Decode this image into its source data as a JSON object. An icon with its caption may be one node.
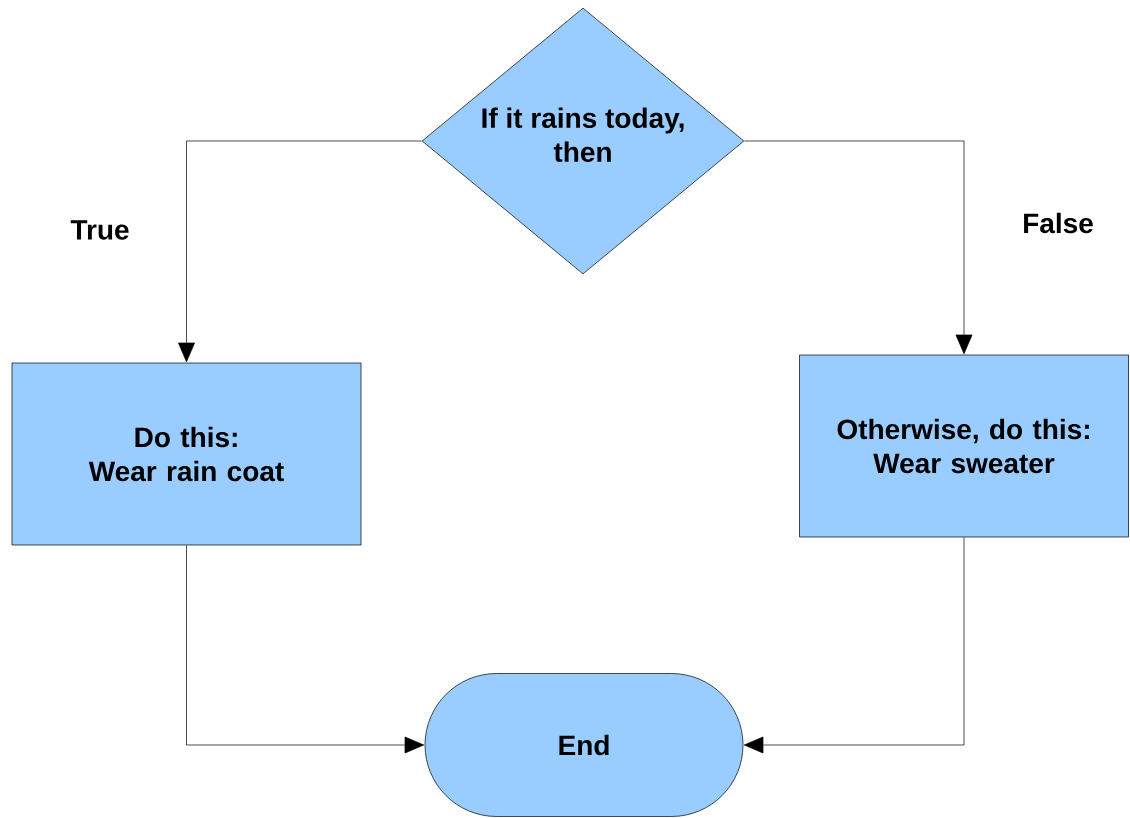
{
  "diagram": {
    "nodes": [
      {
        "text": [
          "If it rains today, then"
        ]
      },
      {
        "text": [
          "Do this:",
          "Wear rain coat"
        ]
      },
      {
        "text": [
          "Otherwise, do this:",
          "Wear sweater"
        ]
      },
      {
        "text": [
          "End"
        ]
      }
    ],
    "edges": [
      {
        "from": 0,
        "to": 1,
        "arrow": "to",
        "label": "True"
      },
      {
        "from": 0,
        "to": 2,
        "arrow": "to",
        "label": "False"
      },
      {
        "from": 1,
        "to": 3,
        "arrow": "to"
      },
      {
        "from": 2,
        "to": 3,
        "arrow": "to"
      }
    ]
  }
}
